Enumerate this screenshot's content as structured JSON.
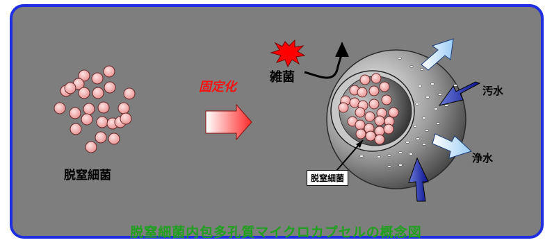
{
  "labels": {
    "free_cells": "脱窒細菌",
    "immobilization": "固定化",
    "contaminant_bacteria": "雑菌",
    "wastewater": "汚水",
    "clean_water": "浄水",
    "inner_cells": "脱窒細菌"
  },
  "caption": "脱窒細菌内包多孔質マイクロカプセルの概念図",
  "colors": {
    "frame_border": "#1f2fe0",
    "background": "#7e7e7e",
    "cell_fill": "#f2b8b8",
    "immobilization_text": "#ff1010",
    "caption_text": "#1fa01f",
    "inflow_arrow": "#0e1aa0",
    "outflow_arrow": "#a8d4f8",
    "burst_icon": "#ff0000"
  },
  "icons": [
    "burst-icon",
    "right-arrow-icon",
    "escape-arrow-icon",
    "inflow-arrow-icon",
    "outflow-arrow-icon"
  ]
}
